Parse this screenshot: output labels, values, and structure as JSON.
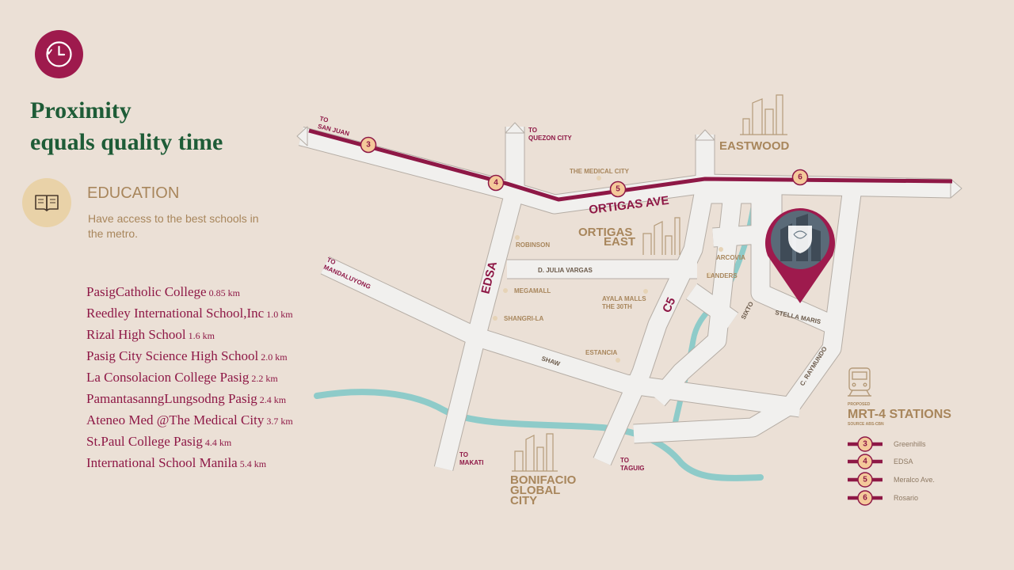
{
  "header": {
    "title_line1": "Proximity",
    "title_line2": "equals quality time"
  },
  "education": {
    "title": "EDUCATION",
    "description": "Have access to the best schools in the metro.",
    "schools": [
      {
        "name": "PasigCatholic College",
        "distance": "0.85 km"
      },
      {
        "name": "Reedley International School,Inc",
        "distance": "1.0 km"
      },
      {
        "name": "Rizal High School",
        "distance": "1.6 km"
      },
      {
        "name": "Pasig City Science High School",
        "distance": "2.0 km"
      },
      {
        "name": "La Consolacion College Pasig",
        "distance": "2.2 km"
      },
      {
        "name": "PamantasanngLungsodng Pasig",
        "distance": "2.4 km"
      },
      {
        "name": "Ateneo Med @The Medical City",
        "distance": "3.7 km"
      },
      {
        "name": "St.Paul College Pasig",
        "distance": "4.4 km"
      },
      {
        "name": "International School Manila",
        "distance": "5.4 km"
      }
    ]
  },
  "map": {
    "destinations": {
      "san_juan": [
        "TO",
        "SAN JUAN"
      ],
      "quezon_city": [
        "TO",
        "QUEZON CITY"
      ],
      "mandaluyong": [
        "TO",
        "MANDALUYONG"
      ],
      "makati": [
        "TO",
        "MAKATI"
      ],
      "taguig": [
        "TO",
        "TAGUIG"
      ]
    },
    "districts": {
      "eastwood": "EASTWOOD",
      "ortigas_east": [
        "ORTIGAS",
        "EAST"
      ],
      "bgc": [
        "BONIFACIO",
        "GLOBAL",
        "CITY"
      ]
    },
    "roads": {
      "ortigas_ave": "ORTIGAS AVE",
      "edsa": "EDSA",
      "c5": "C5",
      "julia_vargas": "D. JULIA VARGAS",
      "shaw": "SHAW",
      "sixto": "SIXTO",
      "stella_maris": "STELLA MARIS",
      "raymundo": "C. RAYMUNDO"
    },
    "landmarks": {
      "medical_city": "THE MEDICAL CITY",
      "robinson": "ROBINSON",
      "megamall": "MEGAMALL",
      "shangrila": "SHANGRI-LA",
      "ayala_malls": [
        "AYALA MALLS",
        "THE 30TH"
      ],
      "estancia": "ESTANCIA",
      "arcovia": "ARCOVIA",
      "landers": "LANDERS"
    },
    "station_markers": [
      "3",
      "4",
      "5",
      "6"
    ]
  },
  "legend": {
    "proposed": "PROPOSED",
    "title": "MRT-4 STATIONS",
    "source": "SOURCE ABS-CBN",
    "stations": [
      {
        "number": "3",
        "name": "Greenhills"
      },
      {
        "number": "4",
        "name": "EDSA"
      },
      {
        "number": "5",
        "name": "Meralco Ave."
      },
      {
        "number": "6",
        "name": "Rosario"
      }
    ]
  },
  "colors": {
    "background": "#ebe0d6",
    "maroon": "#8e1846",
    "green_title": "#1e5c37",
    "gold": "#a8865c",
    "road": "#f1f0ee",
    "river": "#8ecbc9"
  }
}
